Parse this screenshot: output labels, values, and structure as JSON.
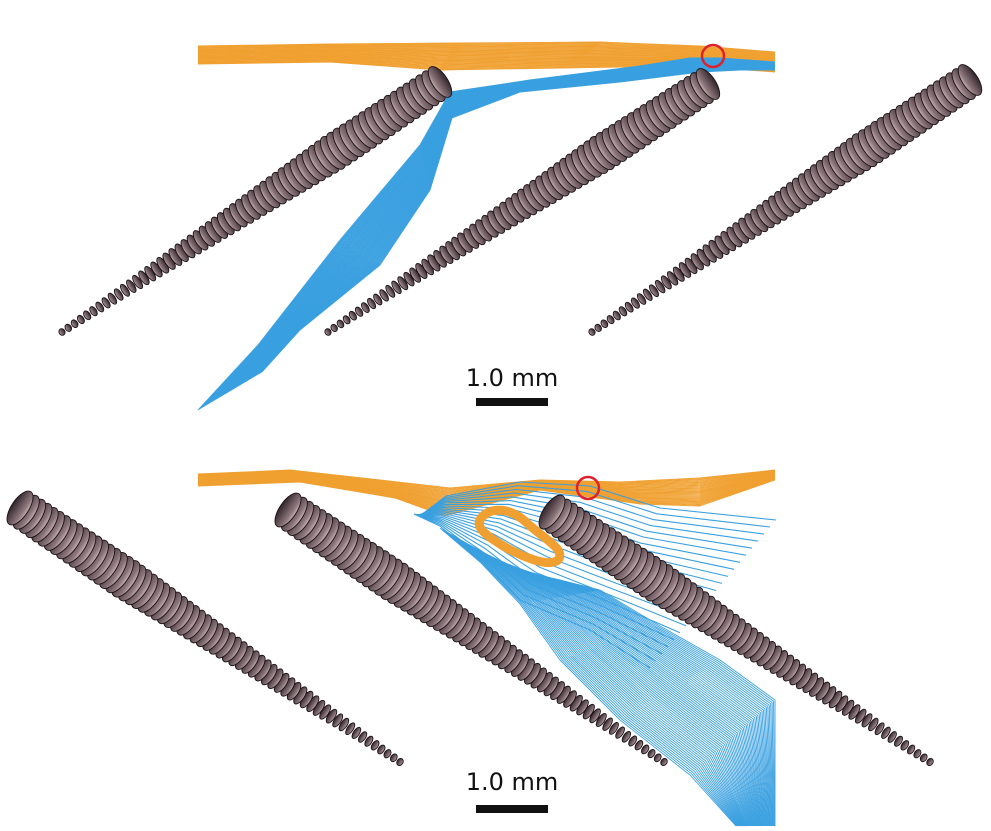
{
  "panels": [
    {
      "id": "top",
      "scale_bar": {
        "label": "1.0 mm"
      }
    },
    {
      "id": "bottom",
      "scale_bar": {
        "label": "1.0 mm"
      }
    }
  ],
  "colors": {
    "hair_dark": "#3b2f35",
    "hair_light": "#c9b3b6",
    "hair_outline": "#1a1216",
    "streamline_blue": "#3aa0e0",
    "streamline_orange": "#f0a030",
    "marker_red": "#e0202a",
    "scale_bar": "#111111"
  }
}
